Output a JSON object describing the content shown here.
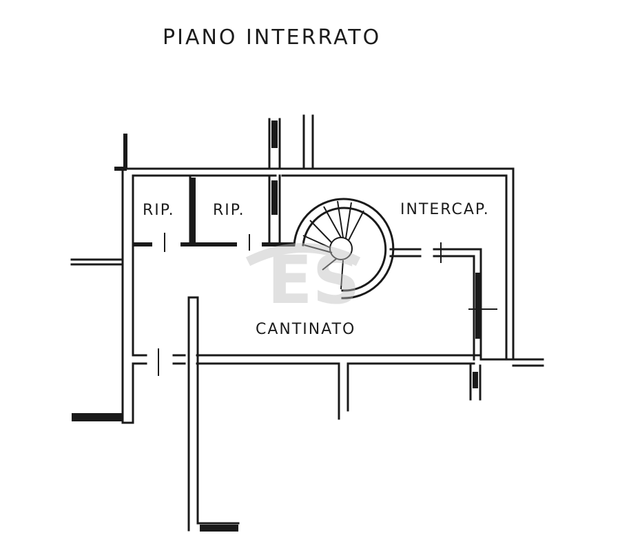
{
  "title": "PIANO INTERRATO",
  "rooms": {
    "rip_1": "RIP.",
    "rip_2": "RIP.",
    "intercap": "INTERCAP.",
    "cantinato": "CANTINATO"
  },
  "watermark": {
    "text": "ES",
    "color": "#bdbdbd"
  },
  "colors": {
    "ink": "#1a1a1a",
    "paper": "#ffffff"
  }
}
